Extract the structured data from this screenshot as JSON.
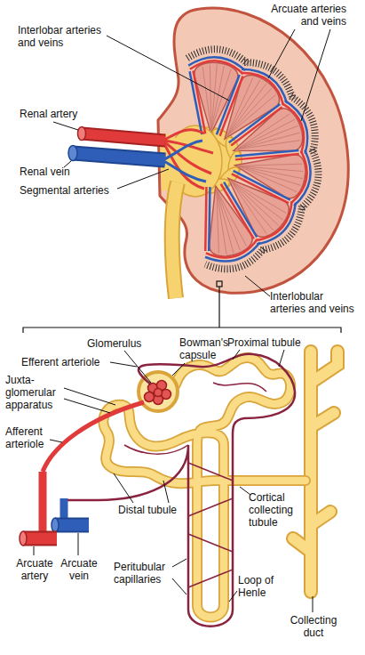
{
  "diagram": {
    "labels": [
      "Arcuate arteries and veins",
      "Interlobar arteries and veins",
      "Renal artery",
      "Renal vein",
      "Segmental arteries",
      "Interlobular arteries and veins",
      "Glomerulus",
      "Bowman's capsule",
      "Proximal tubule",
      "Efferent arteriole",
      "Juxta- glomerular apparatus",
      "Afferent arteriole",
      "Distal tubule",
      "Cortical collecting tubule",
      "Arcuate artery",
      "Arcuate vein",
      "Peritubular capillaries",
      "Loop of Henle",
      "Collecting duct"
    ]
  }
}
